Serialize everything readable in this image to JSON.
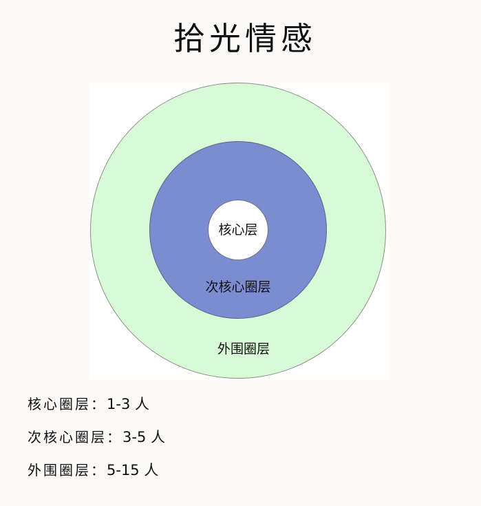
{
  "title": "拾光情感",
  "diagram": {
    "type": "concentric-circles",
    "colors": {
      "outer": "#d8fad6",
      "middle": "#7c8cd0",
      "inner": "#ffffff"
    },
    "rings": [
      {
        "id": "inner",
        "label": "核心层"
      },
      {
        "id": "middle",
        "label": "次核心圈层"
      },
      {
        "id": "outer",
        "label": "外围圈层"
      }
    ]
  },
  "legend": [
    {
      "name": "核心圈层：",
      "value": "1-3 人"
    },
    {
      "name": "次核心圈层：",
      "value": "3-5 人"
    },
    {
      "name": "外围圈层：",
      "value": "5-15 人"
    }
  ]
}
